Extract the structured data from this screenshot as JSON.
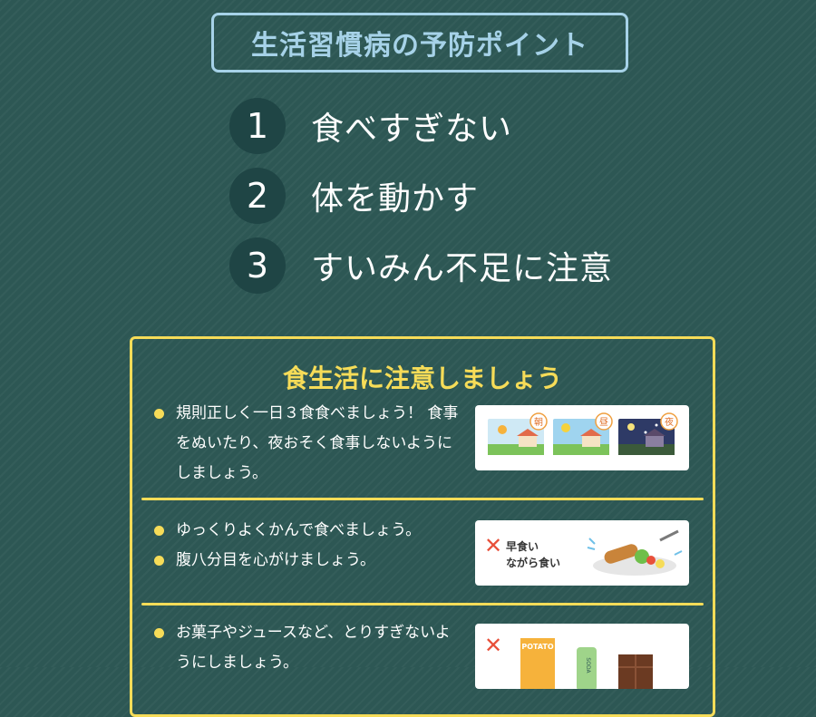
{
  "title": "生活習慣病の予防ポイント",
  "points": [
    {
      "number": "1",
      "text": "食べすぎない"
    },
    {
      "number": "2",
      "text": "体を動かす"
    },
    {
      "number": "3",
      "text": "すいみん不足に注意"
    }
  ],
  "panel": {
    "title": "食生活に注意しましょう",
    "sections": [
      {
        "bullets": [
          "規則正しく一日３食食べましょう！ 食事をぬいたり、夜おそく食事しないようにしましょう。"
        ],
        "illustration": {
          "labels": [
            "朝",
            "昼",
            "夜"
          ],
          "icons": [
            "morning-scene-icon",
            "noon-scene-icon",
            "night-scene-icon"
          ]
        }
      },
      {
        "bullets": [
          "ゆっくりよくかんで食べましょう。",
          "腹八分目を心がけましょう。"
        ],
        "illustration": {
          "line1": "早食い",
          "line2": "ながら食い",
          "icons": [
            "cross-icon",
            "meal-plate-icon"
          ]
        }
      },
      {
        "bullets": [
          "お菓子やジュースなど、とりすぎないようにしましょう。"
        ],
        "illustration": {
          "chips_label": "POTATO",
          "soda_label": "SODA",
          "icons": [
            "cross-icon",
            "potato-chips-icon",
            "soda-can-icon",
            "chocolate-icon"
          ]
        }
      }
    ]
  },
  "colors": {
    "background": "#2d5754",
    "title_blue": "#a6d2e8",
    "accent_yellow": "#f6dc58",
    "cross_red": "#e8503a"
  }
}
